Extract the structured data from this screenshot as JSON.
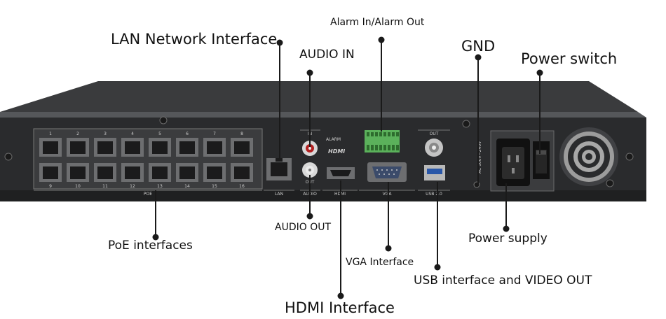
{
  "labels": {
    "lan": "LAN Network Interface",
    "audio_in": "AUDIO IN",
    "alarm": "Alarm In/Alarm Out",
    "gnd": "GND",
    "power_switch": "Power switch",
    "audio_out": "AUDIO OUT",
    "poe": "PoE interfaces",
    "vga": "VGA Interface",
    "usb": "USB interface and VIDEO OUT",
    "power_supply": "Power supply",
    "hdmi": "HDMI Interface"
  },
  "panel": {
    "poe_top_numbers": [
      "1",
      "2",
      "3",
      "4",
      "5",
      "6",
      "7",
      "8"
    ],
    "poe_bottom_numbers": [
      "9",
      "10",
      "11",
      "12",
      "13",
      "14",
      "15",
      "16"
    ],
    "poe_caption": "POE",
    "lan_caption": "LAN",
    "audio_header": "IN",
    "audio_out_mark": "OUT",
    "audio_caption": "AUDIO",
    "hdmi_logo": "HDMI",
    "hdmi_caption": "HDMI",
    "alarm_caption": "ALARM",
    "vga_caption": "VGA",
    "out_caption": "OUT",
    "usb_caption": "USB 2.0",
    "voltage": "AC 100V~240V"
  }
}
